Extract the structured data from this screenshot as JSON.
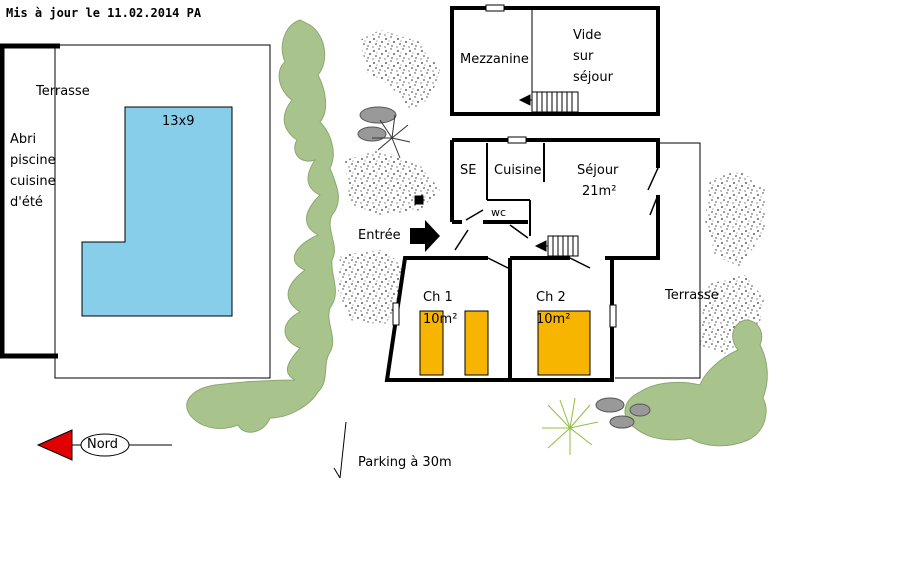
{
  "header": {
    "updated": "Mis à jour le  11.02.2014  PA"
  },
  "outdoor": {
    "terrace_left": "Terrasse",
    "shelter_line1": "Abri",
    "shelter_line2": "piscine",
    "shelter_line3": "cuisine",
    "shelter_line4": "d'été",
    "pool": "13x9",
    "terrace_right": "Terrasse",
    "parking": "Parking à 30m",
    "north": "Nord"
  },
  "upper_floor": {
    "mezzanine": "Mezzanine",
    "void_line1": "Vide",
    "void_line2": "sur",
    "void_line3": "séjour"
  },
  "ground_floor": {
    "bathroom": "SE",
    "kitchen": "Cuisine",
    "wc": "wc",
    "living": "Séjour",
    "living_area": "21m²",
    "entrance": "Entrée",
    "bedroom1": "Ch 1",
    "bedroom1_area": "10m²",
    "bedroom2": "Ch 2",
    "bedroom2_area": "10m²"
  },
  "colors": {
    "pool": "#87CEEB",
    "bed": "#F7B500",
    "vegetation": "#A8C48C",
    "wall": "#000000",
    "north_arrow": "#E00000"
  }
}
